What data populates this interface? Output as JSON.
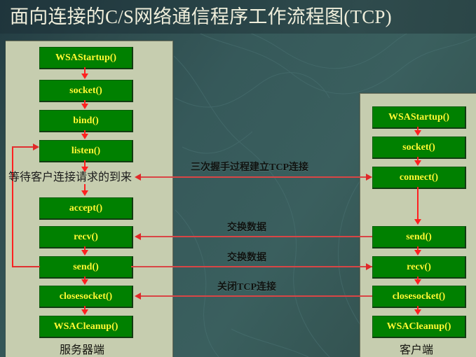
{
  "title": "面向连接的C/S网络通信程序工作流程图(TCP)",
  "colors": {
    "background_teal": "#36595a",
    "title_band": "#274145",
    "panel_fill": "#c6cdaf",
    "node_fill": "#008000",
    "node_text": "#ffff33",
    "arrow_red": "#ff2020",
    "title_text": "#efeedb"
  },
  "server": {
    "caption": "服务器端",
    "wait_note": "等待客户连接请求的到来",
    "steps": [
      {
        "label": "WSAStartup()"
      },
      {
        "label": "socket()"
      },
      {
        "label": "bind()"
      },
      {
        "label": "listen()"
      },
      {
        "label": "accept()"
      },
      {
        "label": "recv()"
      },
      {
        "label": "send()"
      },
      {
        "label": "closesocket()"
      },
      {
        "label": "WSACleanup()"
      }
    ]
  },
  "client": {
    "caption": "客户端",
    "steps": [
      {
        "label": "WSAStartup()"
      },
      {
        "label": "socket()"
      },
      {
        "label": "connect()"
      },
      {
        "label": "send()"
      },
      {
        "label": "recv()"
      },
      {
        "label": "closesocket()"
      },
      {
        "label": "WSACleanup()"
      }
    ]
  },
  "middle_labels": [
    {
      "text": "三次握手过程建立TCP连接"
    },
    {
      "text": "交换数据"
    },
    {
      "text": "交换数据"
    },
    {
      "text": "关闭TCP连接"
    }
  ]
}
